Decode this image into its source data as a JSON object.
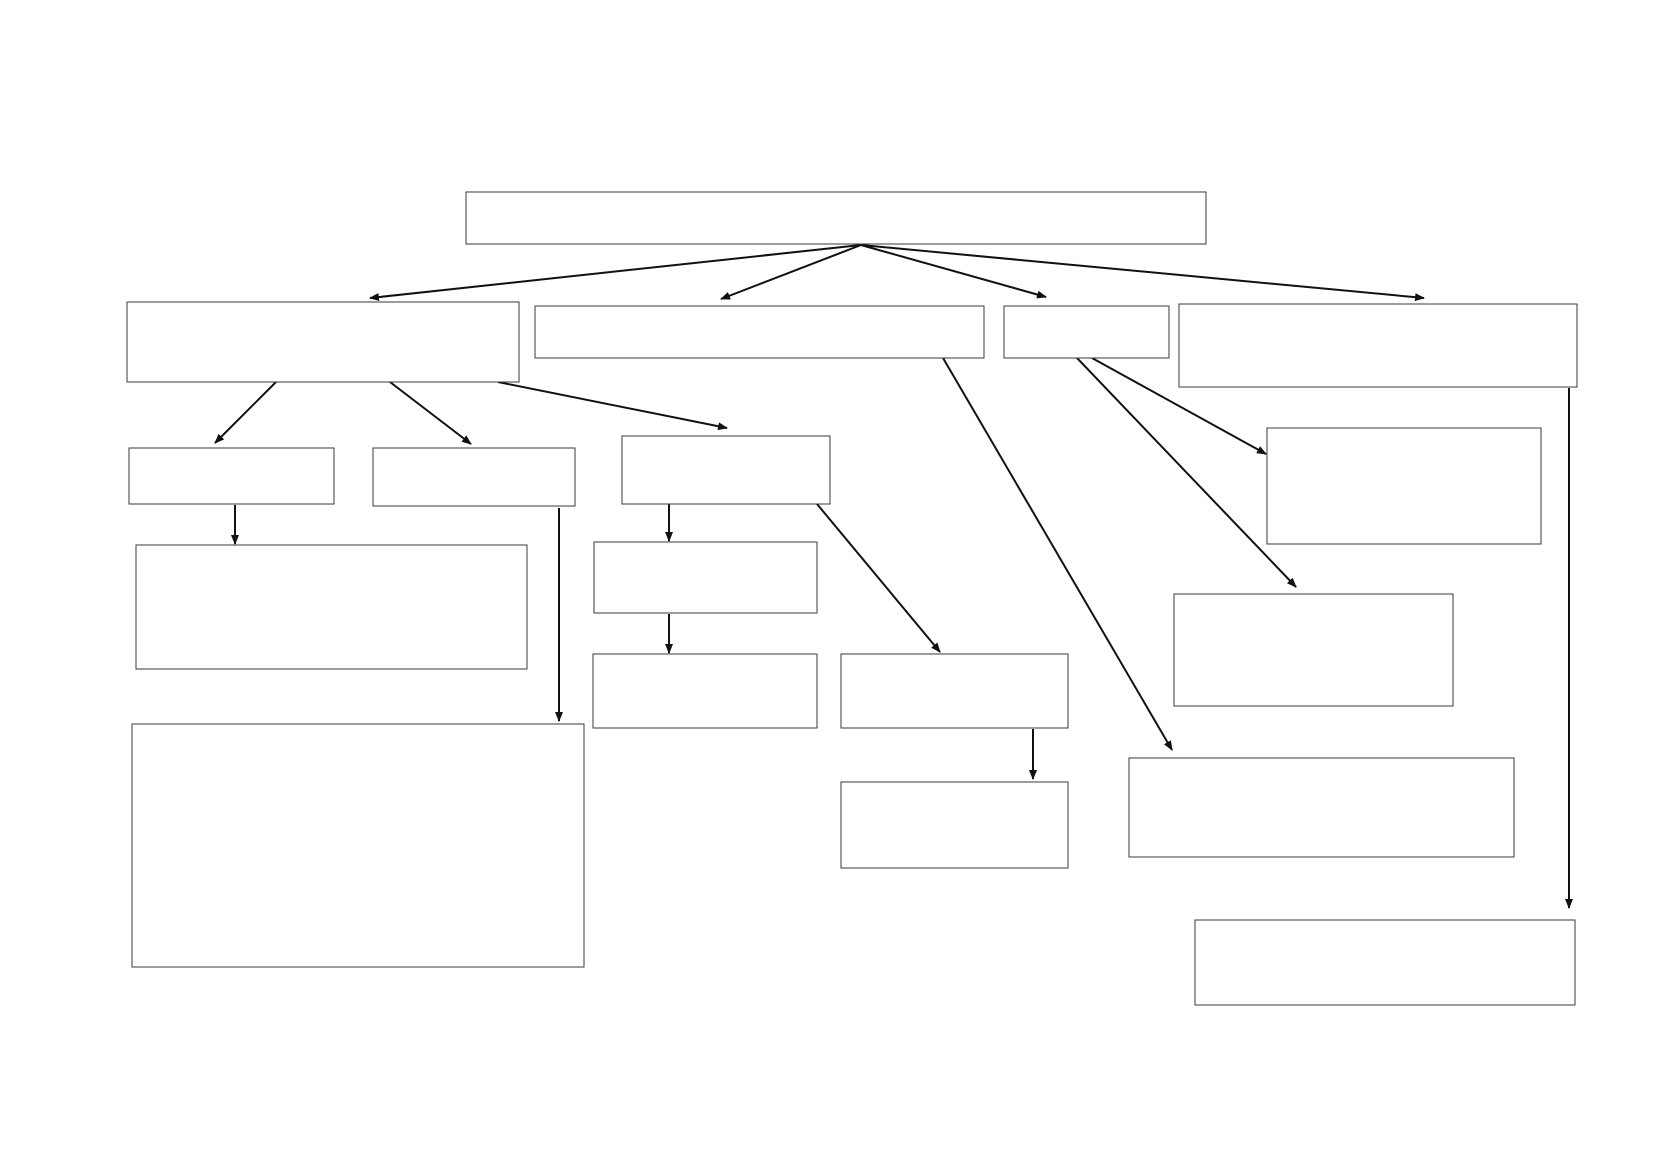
{
  "diagram": {
    "type": "tree",
    "line_color": "#111111",
    "box_border_color": "#3a3a3a",
    "background": "#ffffff",
    "nodes": [
      {
        "id": "root",
        "label": ""
      },
      {
        "id": "n1",
        "label": ""
      },
      {
        "id": "n2",
        "label": ""
      },
      {
        "id": "n3",
        "label": ""
      },
      {
        "id": "n4",
        "label": ""
      },
      {
        "id": "n1a",
        "label": ""
      },
      {
        "id": "n1b",
        "label": ""
      },
      {
        "id": "n1c",
        "label": ""
      },
      {
        "id": "n1a1",
        "label": ""
      },
      {
        "id": "n1b1",
        "label": ""
      },
      {
        "id": "n1c1",
        "label": ""
      },
      {
        "id": "n1c1a",
        "label": ""
      },
      {
        "id": "n1c2",
        "label": ""
      },
      {
        "id": "n1c2a",
        "label": ""
      },
      {
        "id": "n2a",
        "label": ""
      },
      {
        "id": "n3a",
        "label": ""
      },
      {
        "id": "n3b",
        "label": ""
      },
      {
        "id": "n4a",
        "label": ""
      }
    ],
    "edges": [
      {
        "from": "root",
        "to": "n1"
      },
      {
        "from": "root",
        "to": "n2"
      },
      {
        "from": "root",
        "to": "n3"
      },
      {
        "from": "root",
        "to": "n4"
      },
      {
        "from": "n1",
        "to": "n1a"
      },
      {
        "from": "n1",
        "to": "n1b"
      },
      {
        "from": "n1",
        "to": "n1c"
      },
      {
        "from": "n1a",
        "to": "n1a1"
      },
      {
        "from": "n1b",
        "to": "n1b1"
      },
      {
        "from": "n1c",
        "to": "n1c1"
      },
      {
        "from": "n1c1",
        "to": "n1c1a"
      },
      {
        "from": "n1c",
        "to": "n1c2"
      },
      {
        "from": "n1c2",
        "to": "n1c2a"
      },
      {
        "from": "n2",
        "to": "n2a"
      },
      {
        "from": "n3",
        "to": "n3a"
      },
      {
        "from": "n3",
        "to": "n3b"
      },
      {
        "from": "n4",
        "to": "n4a"
      }
    ]
  }
}
